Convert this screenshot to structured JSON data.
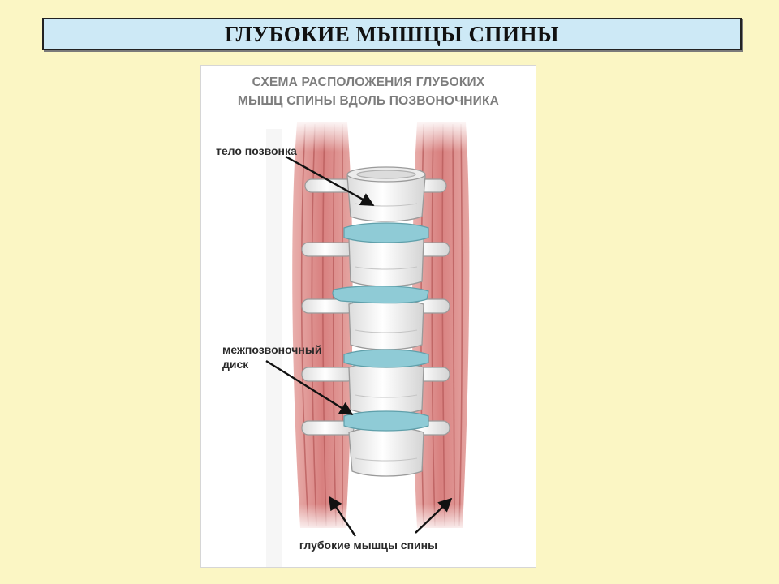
{
  "slide": {
    "title": "ГЛУБОКИЕ МЫШЦЫ СПИНЫ"
  },
  "figure": {
    "heading_line1": "СХЕМА РАСПОЛОЖЕНИЯ ГЛУБОКИХ",
    "heading_line2": "МЫШЦ СПИНЫ ВДОЛЬ ПОЗВОНОЧНИКА",
    "labels": {
      "vertebral_body": "тело позвонка",
      "disc_line1": "межпозвоночный",
      "disc_line2": "диск",
      "deep_muscles": "глубокие мышцы спины"
    },
    "colors": {
      "muscle": "#d98b8b",
      "muscle_stripe": "#b85a5a",
      "bone": "#f1f1f1",
      "bone_outline": "#9a9a9a",
      "disc": "#8fcbd6",
      "arrow": "#111111"
    }
  }
}
